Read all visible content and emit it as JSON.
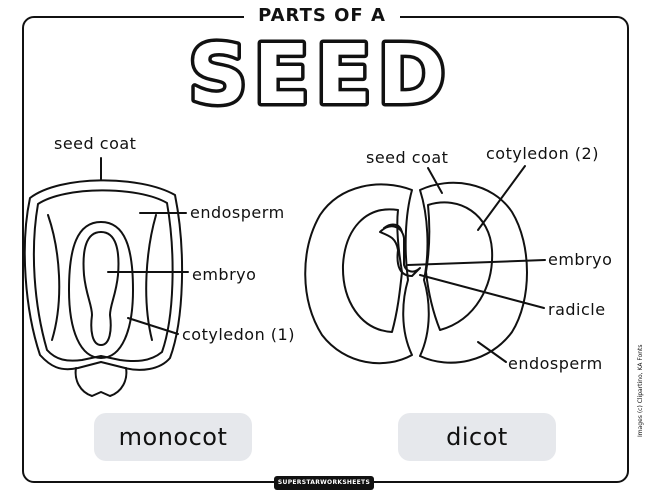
{
  "header": {
    "subtitle": "PARTS OF A",
    "title": "SEED"
  },
  "monocot": {
    "labels": {
      "seed_coat": "seed coat",
      "endosperm": "endosperm",
      "embryo": "embryo",
      "cotyledon": "cotyledon (1)"
    },
    "name": "monocot"
  },
  "dicot": {
    "labels": {
      "seed_coat": "seed coat",
      "cotyledon": "cotyledon (2)",
      "embryo": "embryo",
      "radicle": "radicle",
      "endosperm": "endosperm"
    },
    "name": "dicot"
  },
  "footer": {
    "brand": "SUPERSTARWORKSHEETS",
    "credit": "Images (c) Clipartino, KA Fonts"
  }
}
